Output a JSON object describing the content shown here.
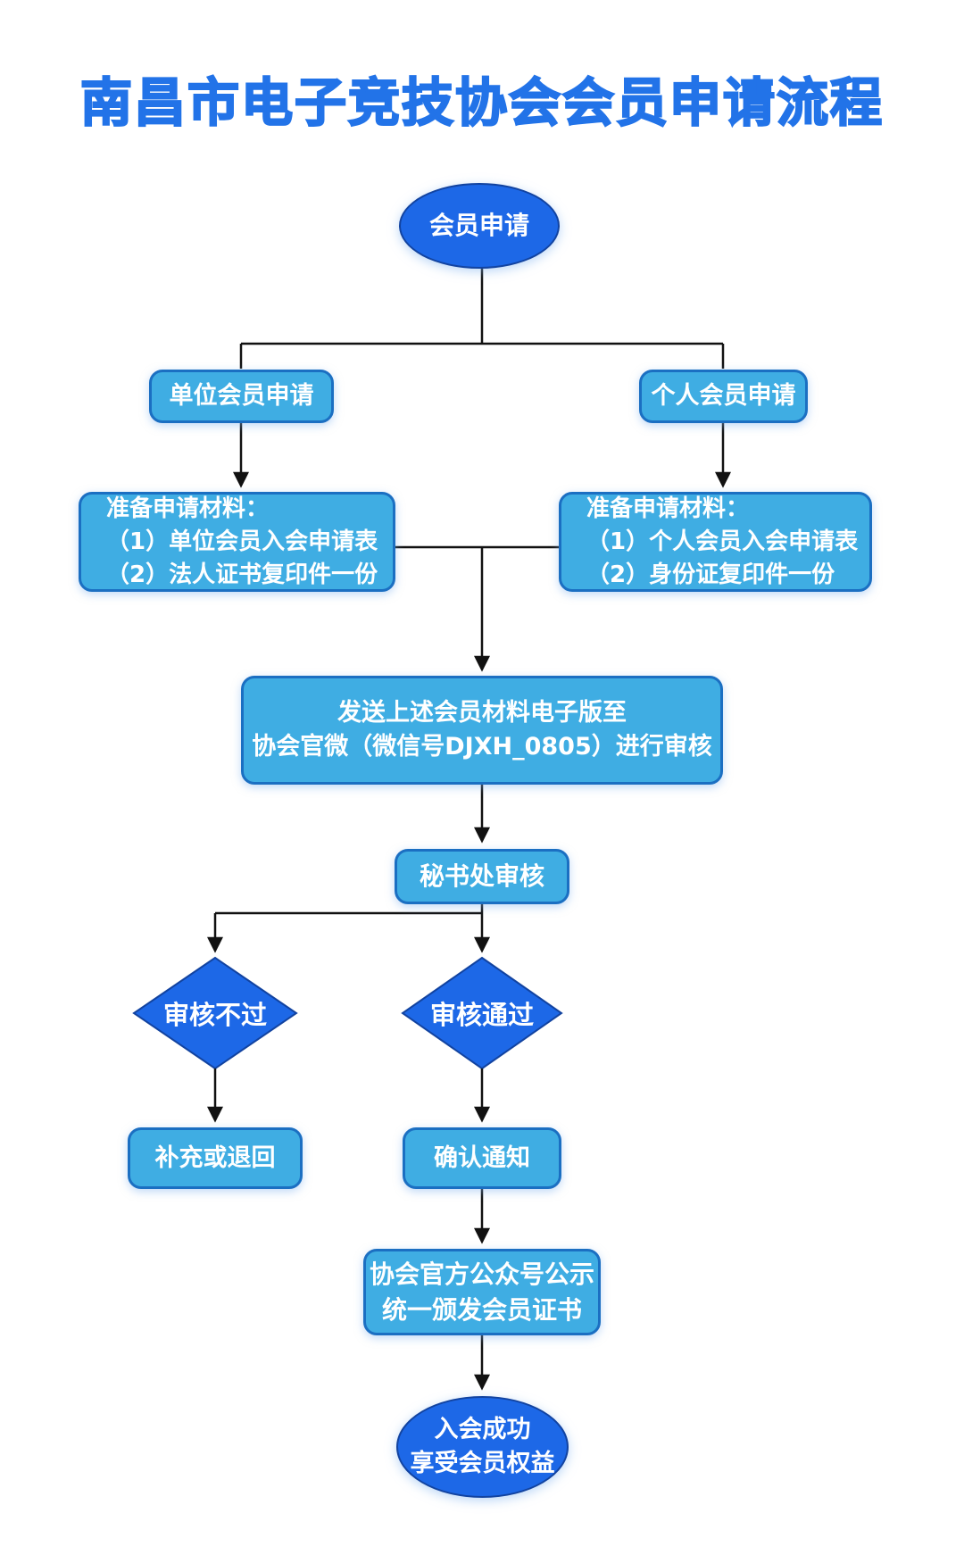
{
  "title": "南昌市电子竞技协会会员申请流程",
  "colors": {
    "title_text": "#2273e8",
    "dark_node_fill": "#1d68e7",
    "dark_node_border": "#1243a0",
    "light_node_fill": "#3fade3",
    "light_node_border": "#1b6fc2",
    "node_text": "#ffffff",
    "connector": "#111111",
    "background": "#ffffff"
  },
  "flowchart": {
    "start": {
      "label": "会员申请"
    },
    "branch_unit": {
      "label": "单位会员申请"
    },
    "branch_personal": {
      "label": "个人会员申请"
    },
    "materials_unit": {
      "lines": [
        "准备申请材料：",
        "（1）单位会员入会申请表",
        "（2）法人证书复印件一份"
      ]
    },
    "materials_personal": {
      "lines": [
        "准备申请材料：",
        "（1）个人会员入会申请表",
        "（2）身份证复印件一份"
      ]
    },
    "send_review": {
      "lines": [
        "发送上述会员材料电子版至",
        "协会官微（微信号DJXH_0805）进行审核"
      ]
    },
    "secretariat_review": {
      "label": "秘书处审核"
    },
    "review_fail": {
      "label": "审核不过"
    },
    "review_pass": {
      "label": "审核通过"
    },
    "supplement_return": {
      "label": "补充或退回"
    },
    "confirm_notice": {
      "label": "确认通知"
    },
    "announce": {
      "lines": [
        "协会官方公众号公示",
        "统一颁发会员证书"
      ]
    },
    "end": {
      "lines": [
        "入会成功",
        "享受会员权益"
      ]
    }
  }
}
